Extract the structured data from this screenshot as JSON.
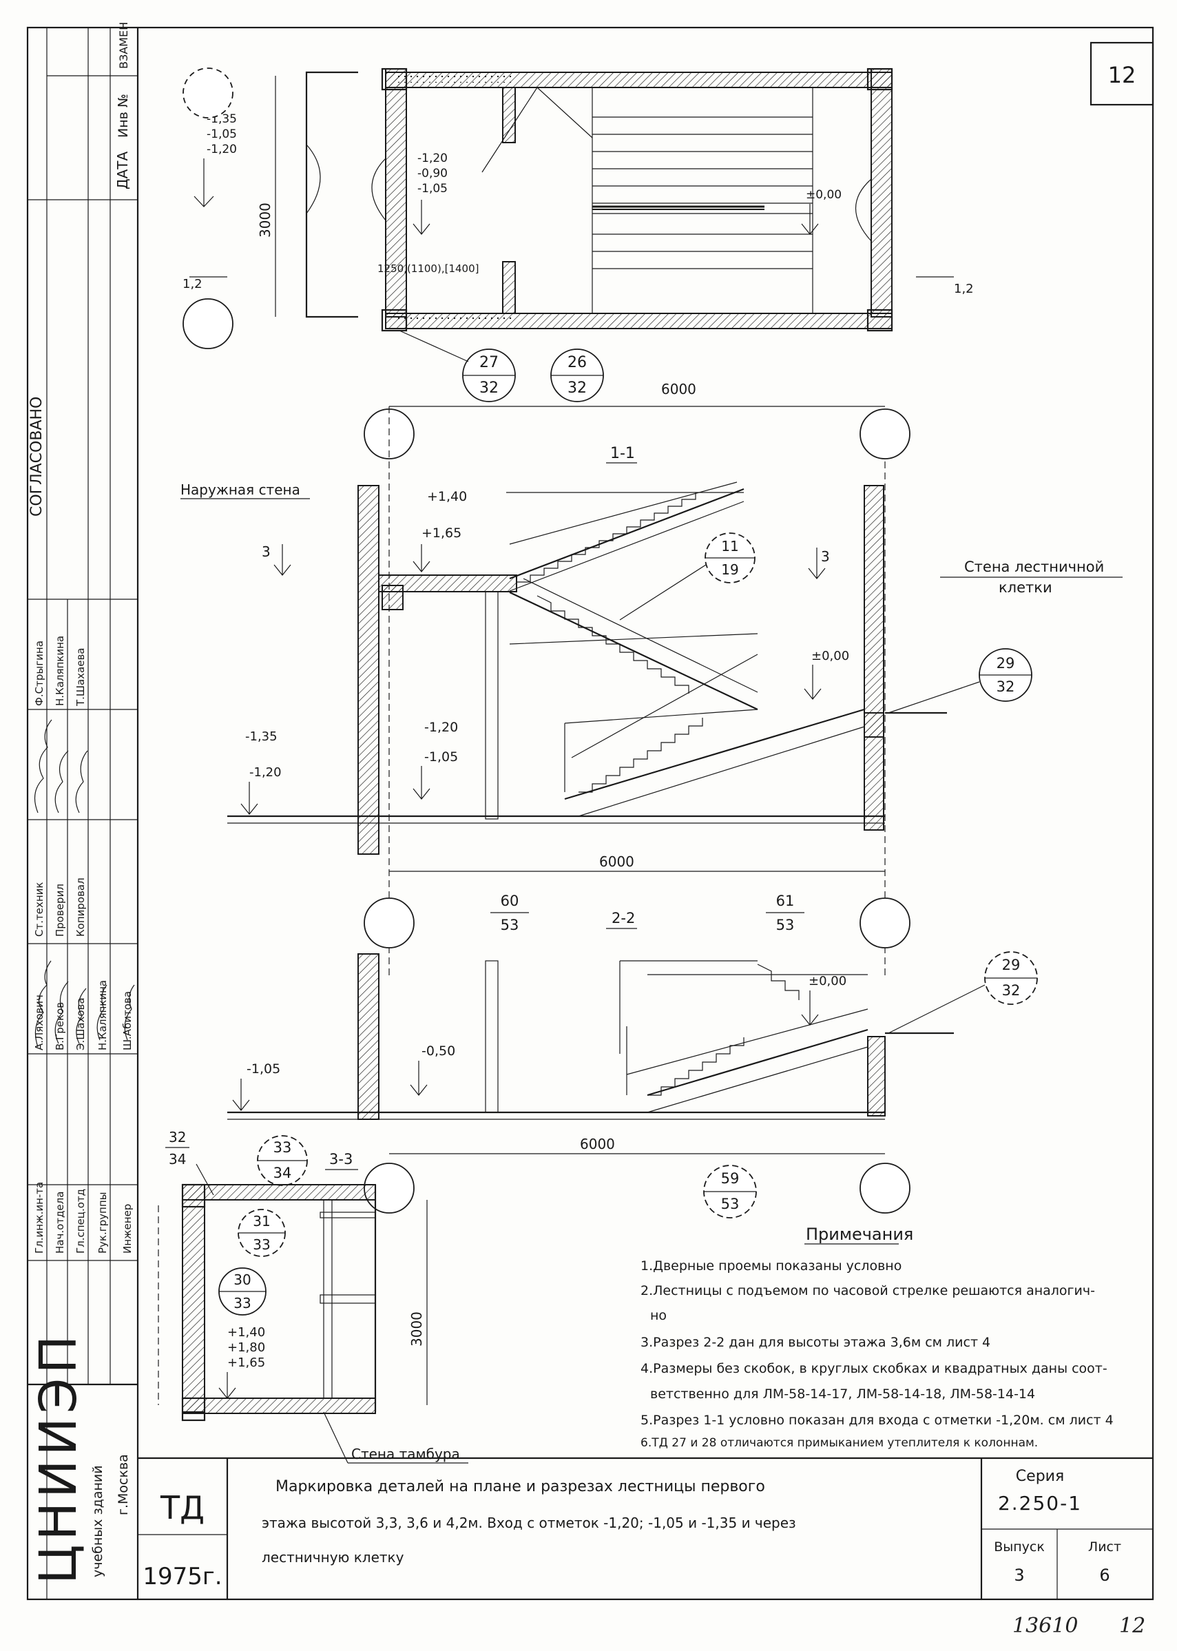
{
  "sheet_number": "12",
  "stamp_left": {
    "date": "ДАТА",
    "inv_no": "Инв №",
    "instead": "ВЗАМЕН",
    "agreed": "СОГЛАСОВАНО",
    "roles": [
      "Гл.инж.ин-та",
      "Нач.отдела",
      "Гл.спец.отд",
      "Рук.группы",
      "Инженер"
    ],
    "names_1": [
      "А.Ляхович",
      "В.Греков",
      "Э.Шахова",
      "Н.Каляпкина",
      "Ш.Абитова"
    ],
    "roles_2": [
      "Ст.техник",
      "Проверил",
      "Копировал"
    ],
    "names_2": [
      "Ф.Стрыгина",
      "Н.Каляпкина",
      "Т.Шахаева"
    ],
    "org_main": "ЦНИИЭП",
    "org_sub": "учебных зданий",
    "org_city": "г.Москва"
  },
  "plan": {
    "dim_3000": "3000",
    "dim_6000": "6000",
    "elev_left": [
      "-1,35",
      "-1,05",
      "-1,20"
    ],
    "elev_mid": [
      "-1,20",
      "-0,90",
      "-1,05"
    ],
    "elev_zero": "±0,00",
    "door_note": "1250,(1100),[1400]",
    "cut_1_2_left": "1,2",
    "cut_1_2_right": "1,2",
    "bubble_27": [
      "27",
      "32"
    ],
    "bubble_26": [
      "26",
      "32"
    ]
  },
  "section_1_1": {
    "title": "1-1",
    "outer_wall": "Наружная стена",
    "stair_wall": [
      "Стена лестничной",
      "клетки"
    ],
    "elev_140": "+1,40",
    "elev_165": "+1,65",
    "elev_zero": "±0,00",
    "elev_m135": "-1,35",
    "elev_m120a": "-1,20",
    "elev_m120b": "-1,20",
    "elev_m105": "-1,05",
    "cut_3": "3",
    "bubble_11": [
      "11",
      "19"
    ],
    "bubble_29": [
      "29",
      "32"
    ],
    "dim_6000": "6000"
  },
  "section_2_2": {
    "title": "2-2",
    "bubble_60": [
      "60",
      "53"
    ],
    "bubble_61": [
      "61",
      "53"
    ],
    "bubble_29": [
      "29",
      "32"
    ],
    "elev_zero": "±0,00",
    "elev_m105": "-1,05",
    "elev_m050": "-0,50",
    "dim_6000": "6000",
    "bubble_59": [
      "59",
      "53"
    ],
    "bubble_33": [
      "33",
      "34"
    ]
  },
  "section_3_3": {
    "title": "3-3",
    "bubble_32": [
      "32",
      "34"
    ],
    "bubble_31": [
      "31",
      "33"
    ],
    "bubble_30": [
      "30",
      "33"
    ],
    "elevs": [
      "+1,40",
      "+1,80",
      "+1,65"
    ],
    "dim_3000": "3000",
    "vestibule_wall": "Стена тамбура"
  },
  "notes": {
    "title": "Примечания",
    "items": [
      "1.Дверные проемы показаны условно",
      "2.Лестницы с подъемом по часовой стрелке решаются аналогич-",
      "но",
      "3.Разрез 2-2 дан для высоты этажа 3,6м см лист 4",
      "4.Размеры без скобок, в круглых скобках и квадратных даны соот-",
      "ветственно для ЛМ-58-14-17, ЛМ-58-14-18, ЛМ-58-14-14",
      "5.Разрез 1-1 условно показан для входа с отметки -1,20м. см лист 4",
      "6.ТД 27 и 28 отличаются примыканием утеплителя к колоннам."
    ]
  },
  "title_block": {
    "code": "ТД",
    "year": "1975г.",
    "title_lines": [
      "Маркировка деталей на плане и разрезах лестницы первого",
      "этажа высотой 3,3, 3,6 и 4,2м. Вход с отметок -1,20; -1,05 и -1,35 и через",
      "лестничную клетку"
    ],
    "series_label": "Серия",
    "series_value": "2.250-1",
    "issue_label": "Выпуск",
    "issue_value": "3",
    "sheet_label": "Лист",
    "sheet_value": "6"
  },
  "footer_number": "13610",
  "footer_page": "12"
}
